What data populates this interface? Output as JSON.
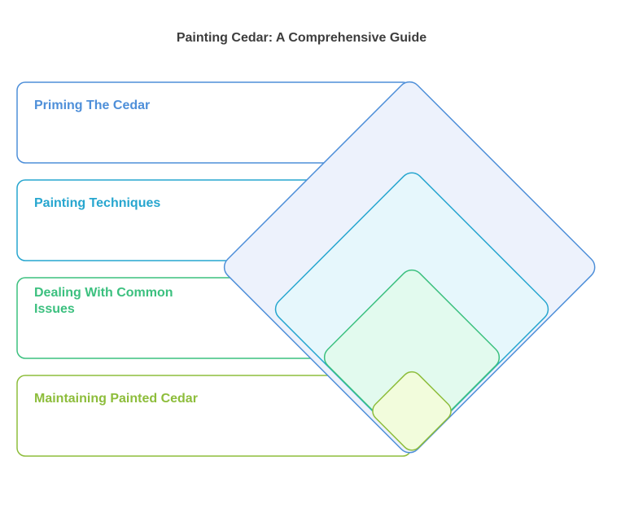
{
  "title": "Painting Cedar: A Comprehensive Guide",
  "layers": [
    {
      "label": "Priming The Cedar",
      "stroke": "#4e8fd9",
      "fill": "#edf2fc",
      "text_color": "#4e8fd9"
    },
    {
      "label": "Painting Techniques",
      "stroke": "#27a6cf",
      "fill": "#e6f7fc",
      "text_color": "#27a6cf"
    },
    {
      "label": "Dealing With Common Issues",
      "stroke": "#3cc07f",
      "fill": "#e2faee",
      "text_color": "#3cc07f"
    },
    {
      "label": "Maintaining Painted Cedar",
      "stroke": "#8dbd3b",
      "fill": "#f2fcdc",
      "text_color": "#8dbd3b"
    }
  ]
}
